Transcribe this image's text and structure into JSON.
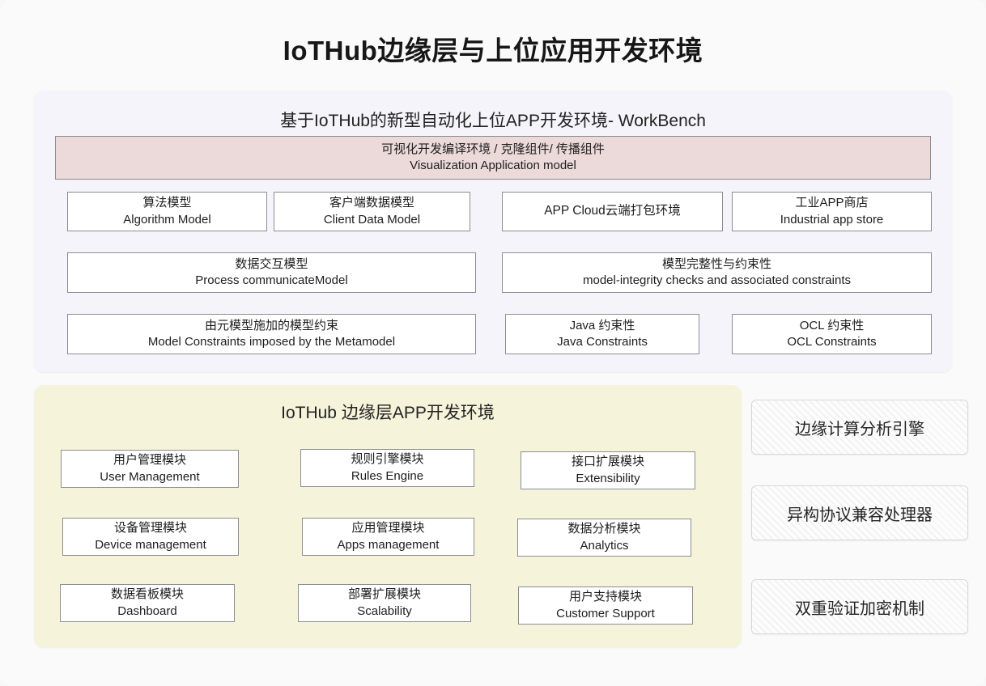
{
  "title": "IoTHub边缘层与上位应用开发环境",
  "upper_panel": {
    "heading": "基于IoTHub的新型自动化上位APP开发环境- WorkBench",
    "banner": {
      "cn": "可视化开发编译环境 / 克隆组件/ 传播组件",
      "en": "Visualization Application model"
    },
    "boxes": [
      {
        "cn": "算法模型",
        "en": "Algorithm Model"
      },
      {
        "cn": "客户端数据模型",
        "en": "Client Data Model"
      },
      {
        "cn": "APP Cloud云端打包环境",
        "en": ""
      },
      {
        "cn": "工业APP商店",
        "en": "Industrial app store"
      },
      {
        "cn": "数据交互模型",
        "en": "Process communicateModel"
      },
      {
        "cn": "模型完整性与约束性",
        "en": "model-integrity checks and associated constraints"
      },
      {
        "cn": "由元模型施加的模型约束",
        "en": "Model Constraints imposed by the Metamodel"
      },
      {
        "cn": "Java 约束性",
        "en": "Java Constraints"
      },
      {
        "cn": "OCL 约束性",
        "en": "OCL Constraints"
      }
    ]
  },
  "lower_panel": {
    "heading": "IoTHub 边缘层APP开发环境",
    "boxes": [
      {
        "cn": "用户管理模块",
        "en": "User Management"
      },
      {
        "cn": "规则引擎模块",
        "en": "Rules Engine"
      },
      {
        "cn": "接口扩展模块",
        "en": "Extensibility"
      },
      {
        "cn": "设备管理模块",
        "en": "Device management"
      },
      {
        "cn": "应用管理模块",
        "en": "Apps management"
      },
      {
        "cn": "数据分析模块",
        "en": "Analytics"
      },
      {
        "cn": "数据看板模块",
        "en": "Dashboard"
      },
      {
        "cn": "部署扩展模块",
        "en": "Scalability"
      },
      {
        "cn": "用户支持模块",
        "en": "Customer Support"
      }
    ]
  },
  "side_column": {
    "boxes": [
      {
        "label": "边缘计算分析引擎"
      },
      {
        "label": "异构协议兼容处理器"
      },
      {
        "label": "双重验证加密机制"
      }
    ]
  },
  "colors": {
    "page_background": "#fafafa",
    "upper_panel": "#f4f4fa",
    "lower_panel": "#f5f4da",
    "banner": "#ecd9d9",
    "box_border": "#8d8d93",
    "hatch_border": "#d8d8d8"
  }
}
